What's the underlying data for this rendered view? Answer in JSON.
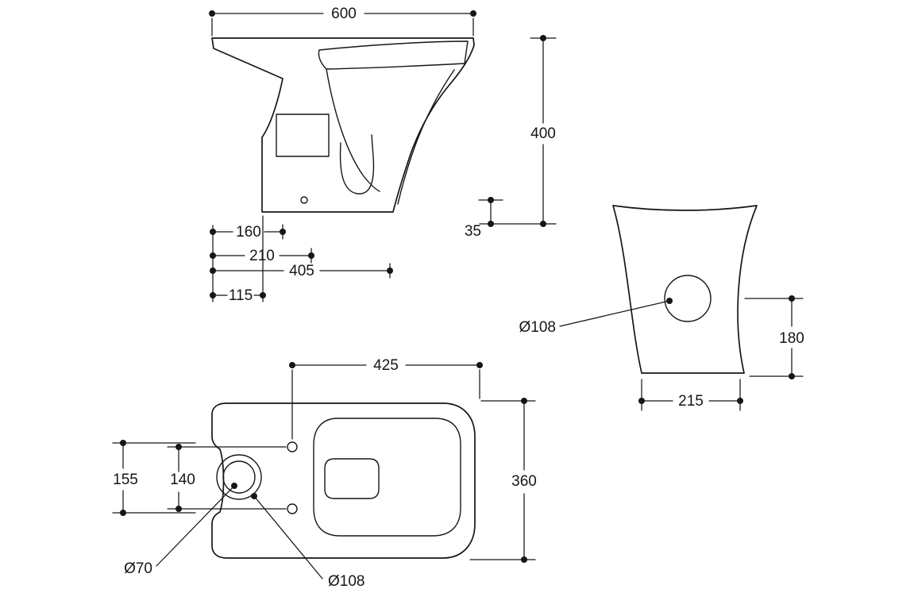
{
  "colors": {
    "line": "#161616",
    "background": "#ffffff"
  },
  "side_view": {
    "overall_width": "600",
    "overall_height": "400",
    "outlet_height": "35",
    "dim_160": "160",
    "dim_210": "210",
    "dim_405": "405",
    "dim_115": "115"
  },
  "back_view": {
    "inlet_hole_diameter": "Ø108",
    "dim_180": "180",
    "dim_215": "215"
  },
  "plan_view": {
    "dim_425": "425",
    "dim_155": "155",
    "dim_140": "140",
    "dim_360": "360",
    "outlet_diameter": "Ø70",
    "flange_diameter": "Ø108"
  }
}
